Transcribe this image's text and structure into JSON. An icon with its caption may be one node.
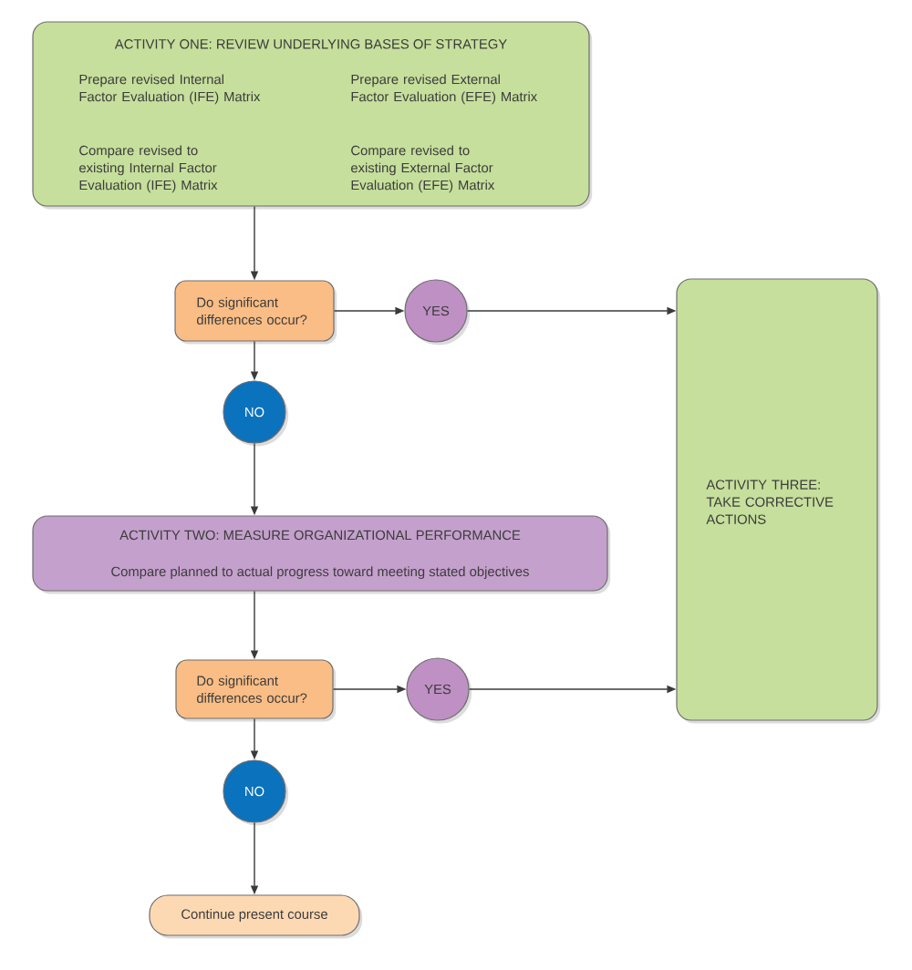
{
  "diagram": {
    "nodes": [
      {
        "text": [
          "ACTIVITY ONE: REVIEW UNDERLYING BASES OF STRATEGY",
          "Prepare revised Internal Factor Evaluation (IFE) Matrix",
          "Prepare revised External Factor Evaluation (EFE) Matrix",
          "Compare revised to existing Internal Factor Evaluation (IFE) Matrix",
          "Compare revised to existing External Factor Evaluation (EFE) Matrix"
        ]
      },
      {
        "text": [
          "Do significant differences occur?"
        ]
      },
      {
        "text": [
          "YES"
        ]
      },
      {
        "text": [
          "ACTIVITY THREE: TAKE CORRECTIVE ACTIONS"
        ]
      },
      {
        "text": [
          "NO"
        ]
      },
      {
        "text": [
          "ACTIVITY TWO: MEASURE ORGANIZATIONAL PERFORMANCE",
          "Compare planned to actual progress toward meeting stated objectives"
        ]
      },
      {
        "text": [
          "Do significant differences occur?"
        ]
      },
      {
        "text": [
          "YES"
        ]
      },
      {
        "text": [
          "NO"
        ]
      },
      {
        "text": [
          "Continue present course"
        ]
      }
    ],
    "edges": [
      {
        "from": 0,
        "to": 1,
        "arrow": "to"
      },
      {
        "from": 1,
        "to": 2,
        "arrow": "to"
      },
      {
        "from": 2,
        "to": 3,
        "arrow": "to"
      },
      {
        "from": 1,
        "to": 4,
        "arrow": "to"
      },
      {
        "from": 4,
        "to": 5,
        "arrow": "to"
      },
      {
        "from": 5,
        "to": 6,
        "arrow": "to"
      },
      {
        "from": 6,
        "to": 7,
        "arrow": "to"
      },
      {
        "from": 7,
        "to": 3,
        "arrow": "to"
      },
      {
        "from": 6,
        "to": 8,
        "arrow": "to"
      },
      {
        "from": 8,
        "to": 9,
        "arrow": "to"
      }
    ]
  }
}
